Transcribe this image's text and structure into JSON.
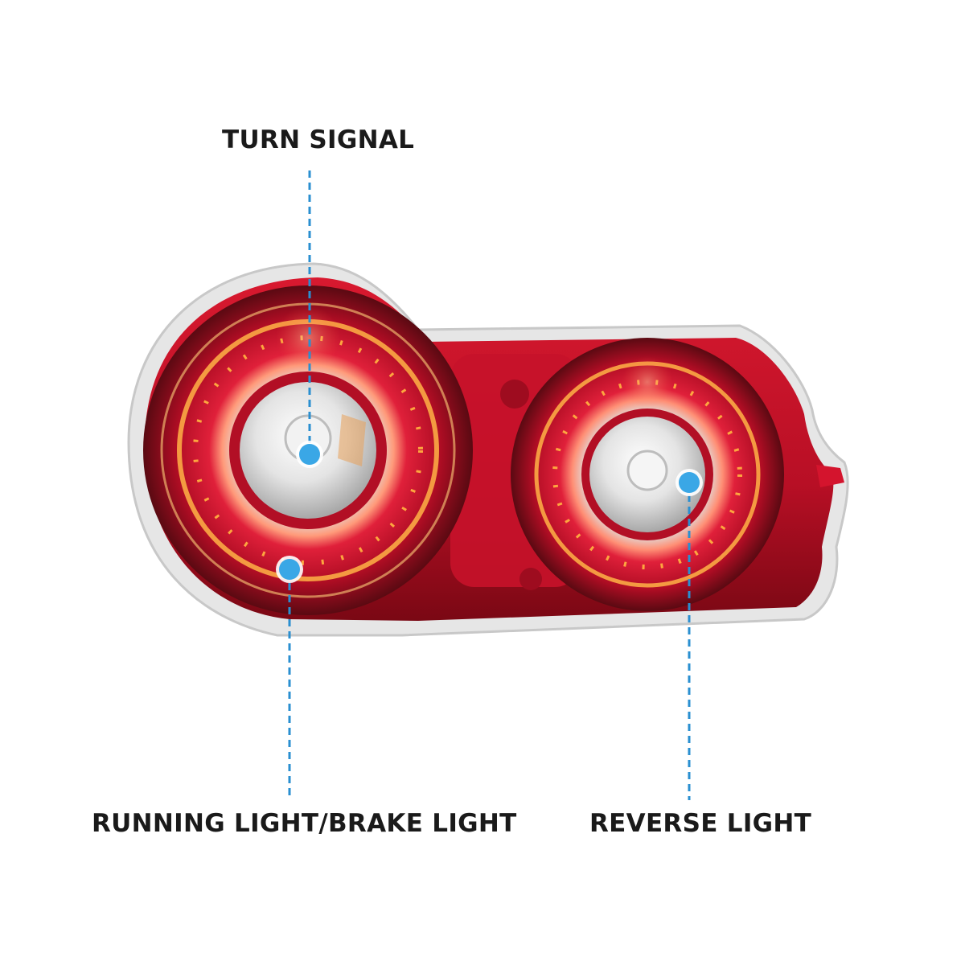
{
  "callouts": {
    "turn_signal": "TURN SIGNAL",
    "running_brake": "RUNNING LIGHT/BRAKE LIGHT",
    "reverse": "REVERSE LIGHT"
  },
  "colors": {
    "callout_line": "#2a8fd0",
    "callout_dot": "#3aa7e6",
    "lamp_red": "#c8102e",
    "led_amber": "#ffb347",
    "housing_chrome": "#d9d9d9"
  },
  "icons": {
    "callout_marker": "circle-marker-icon"
  }
}
